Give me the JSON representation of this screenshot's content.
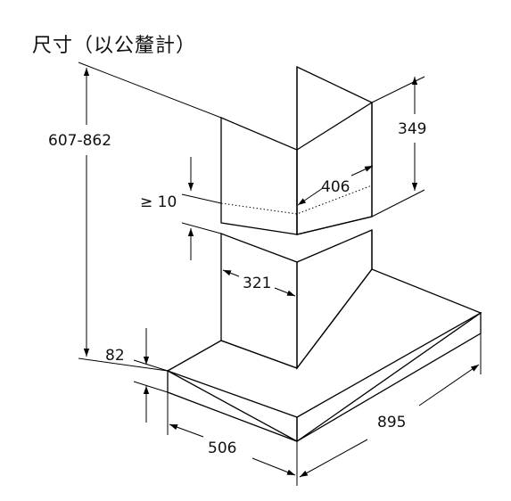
{
  "title": "尺寸（以公釐計）",
  "dimensions": {
    "total_height": "607-862",
    "chimney_top_height": "349",
    "min_gap": "≥ 10",
    "upper_chimney_width": "406",
    "lower_chimney_width": "321",
    "canopy_thickness": "82",
    "canopy_depth": "506",
    "canopy_width": "895"
  },
  "colors": {
    "ink": "#000000",
    "background": "#ffffff"
  }
}
